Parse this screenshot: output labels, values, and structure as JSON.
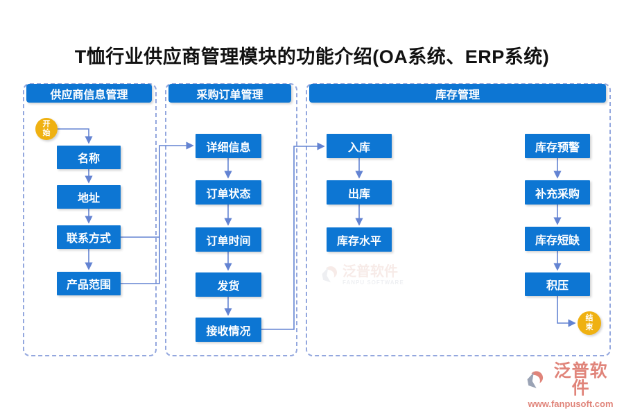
{
  "title": "T恤行业供应商管理模块的功能介绍(OA系统、ERP系统)",
  "sections": [
    {
      "header": "供应商信息管理"
    },
    {
      "header": "采购订单管理"
    },
    {
      "header": "库存管理"
    }
  ],
  "terminals": {
    "start": "开始",
    "end": "结束"
  },
  "nodes": {
    "supplier": [
      "名称",
      "地址",
      "联系方式",
      "产品范围"
    ],
    "purchase": [
      "详细信息",
      "订单状态",
      "订单时间",
      "发货",
      "接收情况"
    ],
    "inventory_flow": [
      "入库",
      "出库",
      "库存水平"
    ],
    "inventory_alert": [
      "库存预警",
      "补充采购",
      "库存短缺",
      "积压"
    ]
  },
  "watermark": {
    "name": "泛普软件",
    "subtitle": "FANPU SOFTWARE"
  },
  "brand": {
    "name": "泛普软件",
    "url": "www.fanpusoft.com"
  },
  "colors": {
    "node": "#0d76d3",
    "terminal": "#efb112",
    "connector": "#6383d2",
    "section_border": "#93a7de",
    "brand_text": "#e0847a"
  }
}
